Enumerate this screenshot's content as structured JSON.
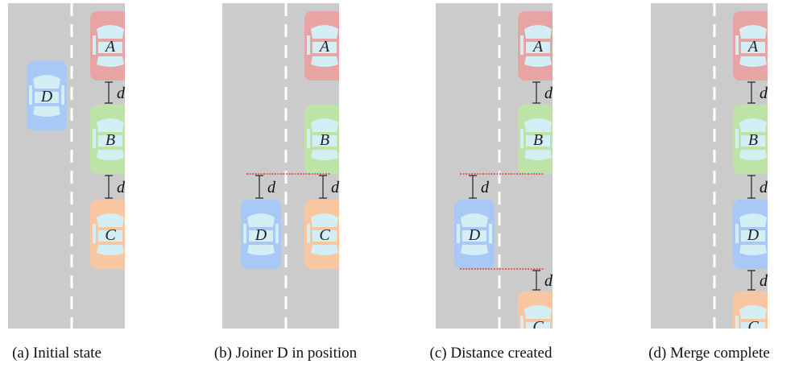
{
  "panels": [
    {
      "caption": "(a) Initial state",
      "cars": [
        {
          "label": "A",
          "color": "#e8a3a3",
          "lane": "right",
          "pos": "top"
        },
        {
          "label": "B",
          "color": "#bde3a6",
          "lane": "right",
          "pos": "mid"
        },
        {
          "label": "C",
          "color": "#f8c6a1",
          "lane": "right",
          "pos": "bot"
        },
        {
          "label": "D",
          "color": "#a8c8f5",
          "lane": "left",
          "pos": "high"
        }
      ],
      "gaps": [
        {
          "label": "d",
          "pos": "ab"
        },
        {
          "label": "d",
          "pos": "bc"
        }
      ],
      "redlines": []
    },
    {
      "caption": "(b) Joiner D in position",
      "cars": [
        {
          "label": "A",
          "color": "#e8a3a3",
          "lane": "right",
          "pos": "top"
        },
        {
          "label": "B",
          "color": "#bde3a6",
          "lane": "right",
          "pos": "mid"
        },
        {
          "label": "C",
          "color": "#f8c6a1",
          "lane": "right",
          "pos": "bot"
        },
        {
          "label": "D",
          "color": "#a8c8f5",
          "lane": "left",
          "pos": "bot"
        }
      ],
      "gaps": [
        {
          "label": "d",
          "pos": "bc"
        },
        {
          "label": "d",
          "pos": "left-bc"
        }
      ],
      "redlines": [
        "bc"
      ]
    },
    {
      "caption": "(c) Distance created",
      "cars": [
        {
          "label": "A",
          "color": "#e8a3a3",
          "lane": "right",
          "pos": "top"
        },
        {
          "label": "B",
          "color": "#bde3a6",
          "lane": "right",
          "pos": "mid"
        },
        {
          "label": "C",
          "color": "#f8c6a1",
          "lane": "right",
          "pos": "low"
        },
        {
          "label": "D",
          "color": "#a8c8f5",
          "lane": "left",
          "pos": "bot"
        }
      ],
      "gaps": [
        {
          "label": "d",
          "pos": "ab"
        },
        {
          "label": "d",
          "pos": "left-bc"
        },
        {
          "label": "d",
          "pos": "dc"
        }
      ],
      "redlines": [
        "bc",
        "dc"
      ]
    },
    {
      "caption": "(d) Merge complete",
      "cars": [
        {
          "label": "A",
          "color": "#e8a3a3",
          "lane": "right",
          "pos": "top"
        },
        {
          "label": "B",
          "color": "#bde3a6",
          "lane": "right",
          "pos": "mid"
        },
        {
          "label": "D",
          "color": "#a8c8f5",
          "lane": "right",
          "pos": "bot"
        },
        {
          "label": "C",
          "color": "#f8c6a1",
          "lane": "right",
          "pos": "low"
        }
      ],
      "gaps": [
        {
          "label": "d",
          "pos": "ab"
        },
        {
          "label": "d",
          "pos": "bc"
        },
        {
          "label": "d",
          "pos": "dc"
        }
      ],
      "redlines": []
    }
  ]
}
